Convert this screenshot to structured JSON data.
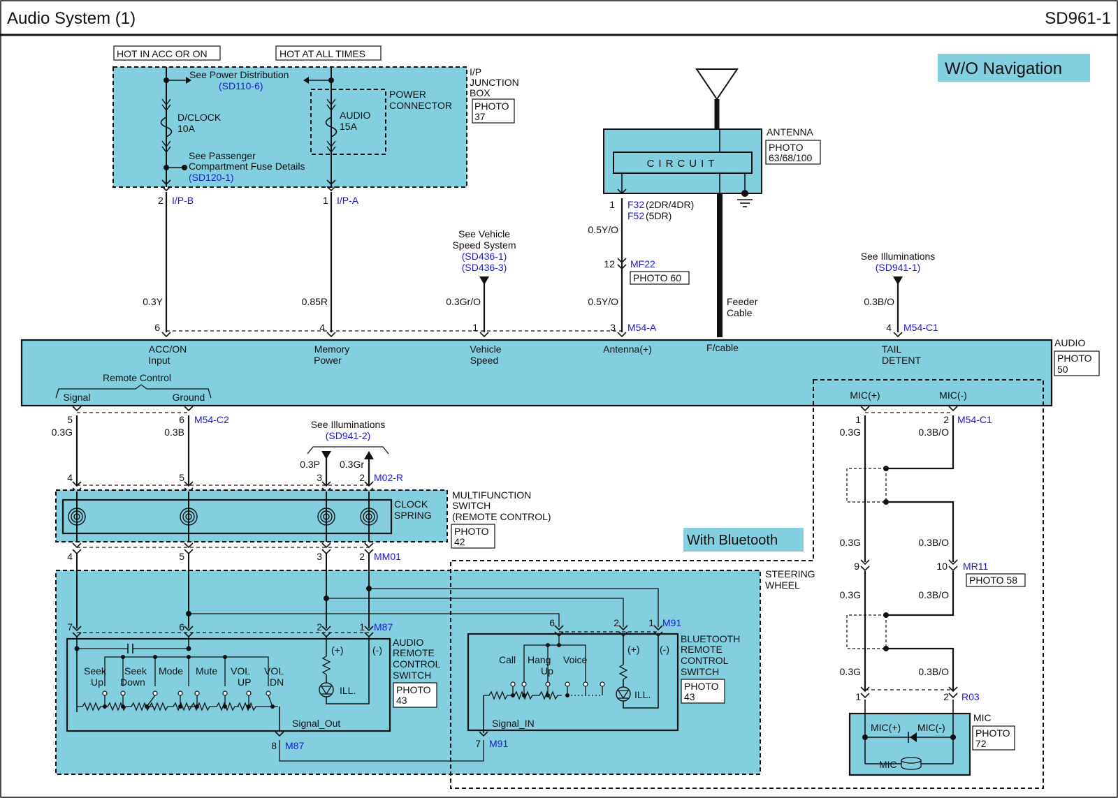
{
  "header": {
    "title": "Audio System (1)",
    "code": "SD961-1"
  },
  "colors": {
    "fill": "#83cfe0",
    "line": "#111111",
    "ref": "#1a1ad0"
  },
  "badges": {
    "nav": "W/O Navigation",
    "bt": "With Bluetooth"
  },
  "power": {
    "hot_acc": "HOT IN ACC OR ON",
    "hot_all": "HOT AT ALL TIMES",
    "see_pd": "See Power Distribution",
    "see_pd_ref": "(SD110-6)",
    "dclock": "D/CLOCK",
    "dclock_amp": "10A",
    "audio_fuse": "AUDIO",
    "audio_amp": "15A",
    "power_connector": [
      "POWER",
      "CONNECTOR"
    ],
    "ip_box": [
      "I/P",
      "JUNCTION",
      "BOX"
    ],
    "ip_photo": [
      "PHOTO",
      "37"
    ],
    "see_pass": "See  Passenger",
    "see_pass2": "Compartment Fuse Details",
    "see_pass_ref": "(SD120-1)"
  },
  "antenna": {
    "label": "ANTENNA",
    "photo": [
      "PHOTO",
      "63/68/100"
    ],
    "circuit": "CIRCUIT",
    "conn_f32": "F32",
    "conn_f32_note": "(2DR/4DR)",
    "conn_f52": "F52",
    "conn_f52_note": "(5DR)",
    "mf22": "MF22",
    "mf22_photo": "PHOTO 60",
    "feeder": [
      "Feeder",
      "Cable"
    ]
  },
  "refs": {
    "vss": [
      "See Vehicle",
      "Speed System"
    ],
    "vss_refs": [
      "(SD436-1)",
      "(SD436-3)"
    ],
    "illum1": "See Illuminations",
    "illum1_ref": "(SD941-1)",
    "illum2": "See Illuminations",
    "illum2_ref": "(SD941-2)"
  },
  "audio_unit": {
    "label": "AUDIO",
    "photo": [
      "PHOTO",
      "50"
    ],
    "pins": [
      {
        "pin": "6",
        "name": [
          "ACC/ON",
          "Input"
        ],
        "wire": "0.3Y",
        "conn": "I/P-B",
        "conn_pin": "2"
      },
      {
        "pin": "4",
        "name": [
          "Memory",
          "Power"
        ],
        "wire": "0.85R",
        "conn": "I/P-A",
        "conn_pin": "1"
      },
      {
        "pin": "1",
        "name": [
          "Vehicle",
          "Speed"
        ],
        "wire": "0.3Gr/O"
      },
      {
        "pin": "3",
        "name": [
          "Antenna(+)"
        ],
        "wire": "0.5Y/O",
        "conn": "M54-A"
      },
      {
        "name": [
          "F/cable"
        ]
      },
      {
        "pin": "4",
        "name": [
          "TAIL",
          "DETENT"
        ],
        "wire": "0.3B/O",
        "conn": "M54-C1"
      }
    ],
    "wire_ant_upper": "0.5Y/O",
    "ant_pin_top": "1",
    "mf22_pin": "12",
    "remote": "Remote Control",
    "signal": "Signal",
    "ground": "Ground",
    "mic_plus": "MIC(+)",
    "mic_minus": "MIC(-)"
  },
  "lower_left": {
    "pin5": "5",
    "pin6": "6",
    "conn_c2": "M54-C2",
    "w_sig": "0.3G",
    "w_gnd": "0.3B",
    "w_p": "0.3P",
    "w_gr": "0.3Gr",
    "m02_pins": [
      "4",
      "5",
      "3",
      "2"
    ],
    "m02": "M02-R",
    "mm01_pins": [
      "4",
      "5",
      "3",
      "2"
    ],
    "mm01": "MM01",
    "clock_spring": [
      "CLOCK",
      "SPRING"
    ],
    "mfs": [
      "MULTIFUNCTION",
      "SWITCH",
      "(REMOTE CONTROL)"
    ],
    "mfs_photo": [
      "PHOTO",
      "42"
    ],
    "steering": [
      "STEERING",
      "WHEEL"
    ]
  },
  "audio_switch": {
    "conn": "M87",
    "pins": [
      "7",
      "6",
      "2",
      "1"
    ],
    "buttons": [
      [
        "Seek",
        "Up"
      ],
      [
        "Seek",
        "Down"
      ],
      [
        "Mode"
      ],
      [
        "Mute"
      ],
      [
        "VOL",
        "UP"
      ],
      [
        "VOL",
        "DN"
      ]
    ],
    "plus": "(+)",
    "minus": "(-)",
    "ill": "ILL.",
    "signal_out": "Signal_Out",
    "out_pin": "8",
    "out_conn": "M87",
    "label": [
      "AUDIO",
      "REMOTE",
      "CONTROL",
      "SWITCH"
    ],
    "photo": [
      "PHOTO",
      "43"
    ]
  },
  "bt_switch": {
    "conn": "M91",
    "pins": [
      "6",
      "2",
      "1"
    ],
    "buttons": [
      [
        "Call"
      ],
      [
        "Hang",
        "Up"
      ],
      [
        "Voice"
      ]
    ],
    "plus": "(+)",
    "minus": "(-)",
    "ill": "ILL.",
    "signal_in": "Signal_IN",
    "in_pin": "7",
    "in_conn": "M91",
    "label": [
      "BLUETOOTH",
      "REMOTE",
      "CONTROL",
      "SWITCH"
    ],
    "photo": [
      "PHOTO",
      "43"
    ]
  },
  "mic": {
    "pins_c1": [
      "1",
      "2"
    ],
    "conn_c1": "M54-C1",
    "w_g": "0.3G",
    "w_bo": "0.3B/O",
    "mr11_pins": [
      "9",
      "10"
    ],
    "mr11": "MR11",
    "mr11_photo": "PHOTO 58",
    "r03_pins": [
      "1",
      "2"
    ],
    "r03": "R03",
    "label": "MIC",
    "photo": [
      "PHOTO",
      "72"
    ],
    "plus": "MIC(+)",
    "minus": "MIC(-)",
    "mic": "MIC"
  }
}
